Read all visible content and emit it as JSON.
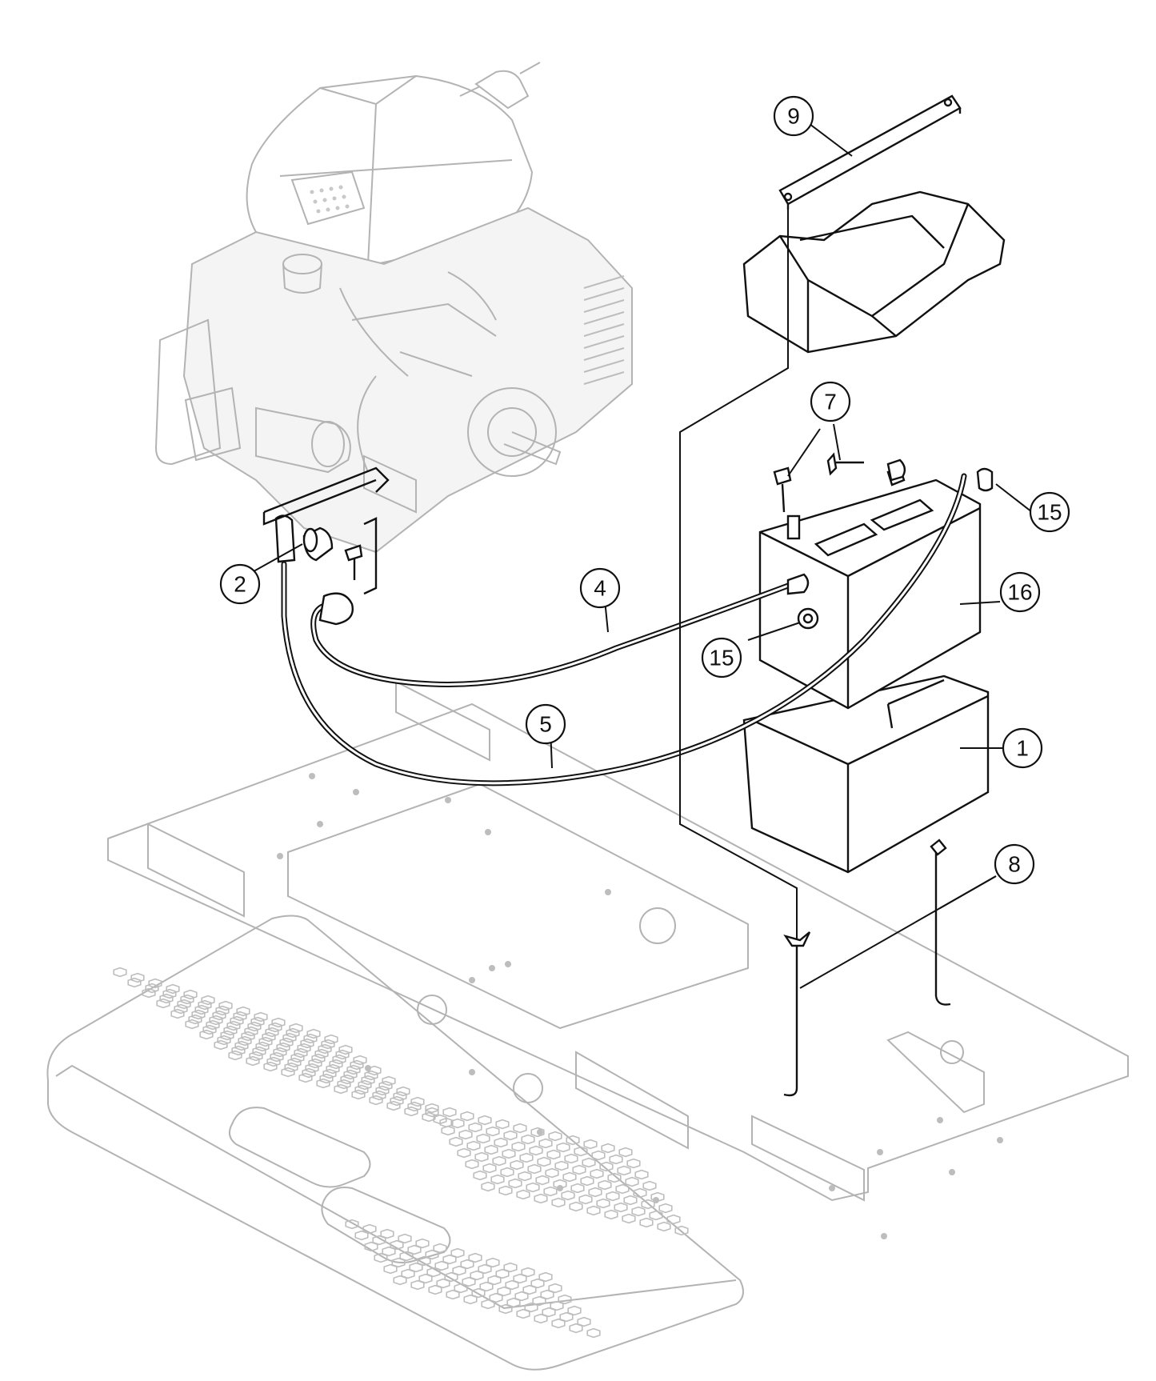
{
  "callouts": {
    "c1": "1",
    "c2": "2",
    "c4": "4",
    "c5": "5",
    "c7": "7",
    "c8": "8",
    "c9": "9",
    "c15a": "15",
    "c15b": "15",
    "c16": "16"
  },
  "parts": {
    "engine": "engine-icon",
    "battery": "battery-icon",
    "battery_tray": "battery-tray-icon",
    "hold_down_bracket": "hold-down-bracket-icon",
    "frame_platform": "frame-platform-icon"
  },
  "colors": {
    "ink": "#111111",
    "ghost": "#b3b3b3"
  }
}
